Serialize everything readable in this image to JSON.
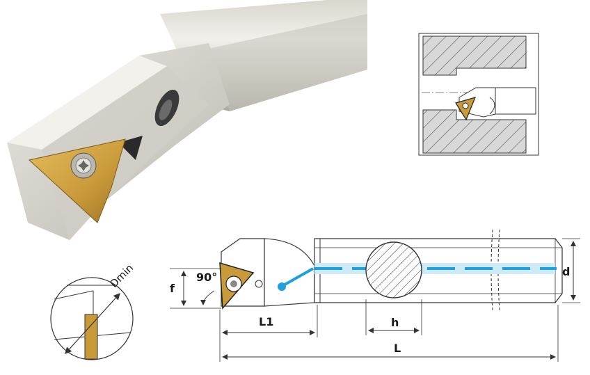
{
  "labels": {
    "dmin": "Dmin",
    "f": "f",
    "angle": "90°",
    "l1": "L1",
    "h": "h",
    "l": "L",
    "d": "d"
  },
  "colors": {
    "insert_gold": "#c99a3a",
    "coolant_blue": "#1ea0dc",
    "coolant_light": "#cfeaf7",
    "steel_light": "#e6e4dc",
    "steel_mid": "#c9c7bf",
    "line": "#333333"
  },
  "icons": {
    "screw": "torx-screw-icon"
  }
}
